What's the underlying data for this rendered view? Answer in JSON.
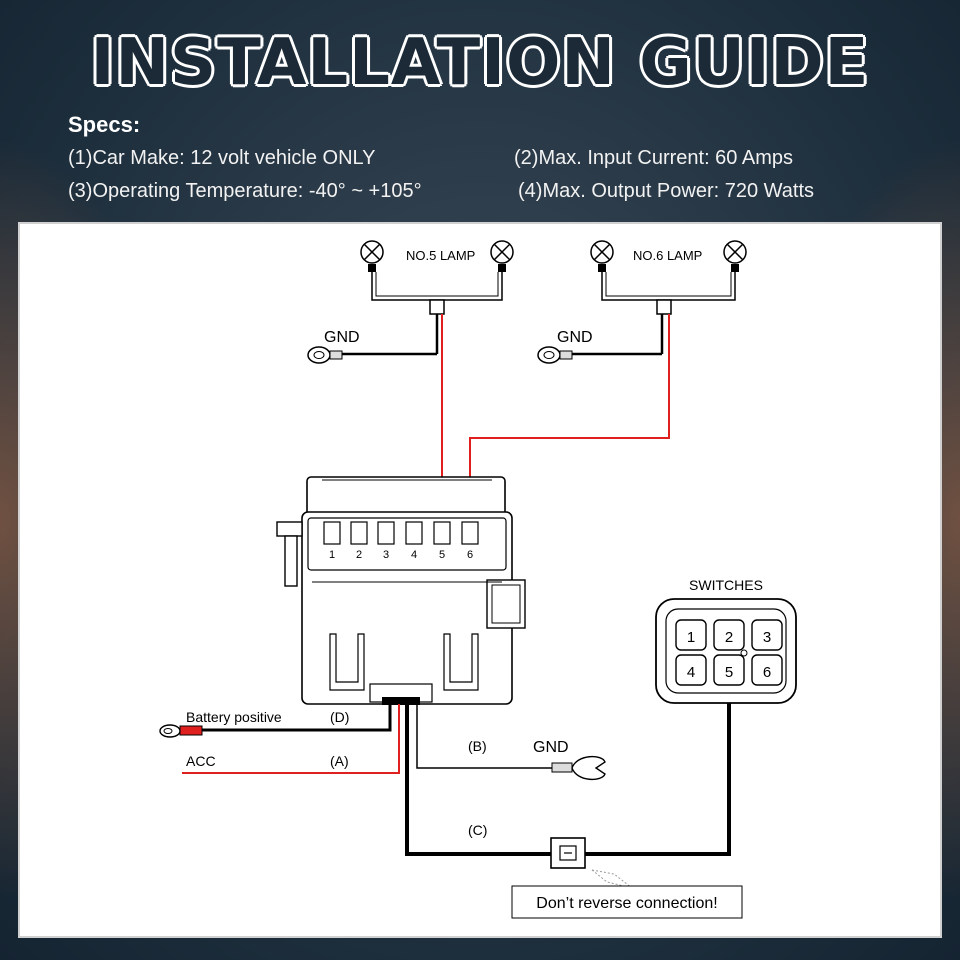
{
  "title": "INSTALLATION GUIDE",
  "specs": {
    "heading": "Specs:",
    "items": [
      "(1)Car Make: 12 volt vehicle ONLY",
      "(2)Max. Input Current: 60 Amps",
      "(3)Operating Temperature: -40° ~ +105°",
      "(4)Max. Output Power: 720 Watts"
    ]
  },
  "diagram": {
    "lamp5_label": "NO.5 LAMP",
    "lamp6_label": "NO.6 LAMP",
    "gnd_label": "GND",
    "terminals": [
      "1",
      "2",
      "3",
      "4",
      "5",
      "6"
    ],
    "switches_label": "SWITCHES",
    "switch_buttons": [
      "1",
      "2",
      "3",
      "4",
      "5",
      "6"
    ],
    "battery_label": "Battery positive",
    "acc_label": "ACC",
    "wire_a": "(A)",
    "wire_b": "(B)",
    "wire_c": "(C)",
    "wire_d": "(D)",
    "warning": "Don’t reverse connection!",
    "colors": {
      "red_wire": "#e01f1f",
      "black_wire": "#111111"
    }
  }
}
